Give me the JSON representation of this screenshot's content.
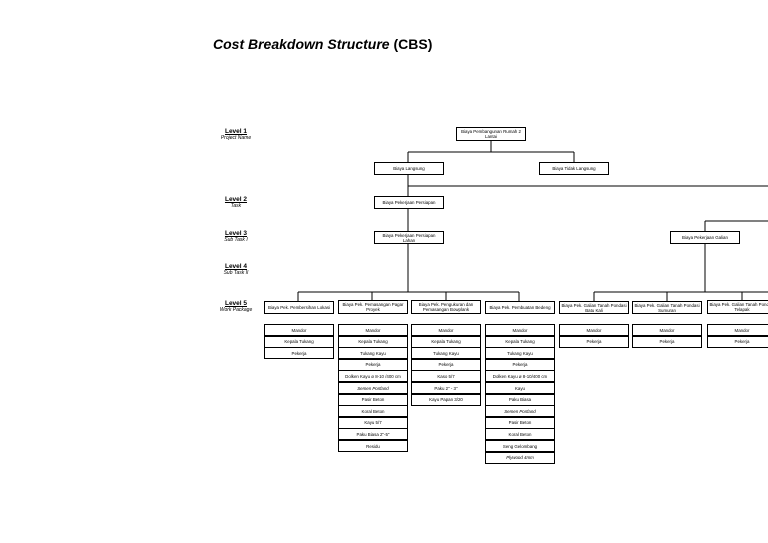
{
  "title": {
    "main": "Cost Breakdown Structure",
    "suffix": "(CBS)"
  },
  "levels": [
    {
      "name": "Level 1",
      "sub": "Project Name"
    },
    {
      "name": "Level 2",
      "sub": "Task"
    },
    {
      "name": "Level 3",
      "sub": "Sub Task I"
    },
    {
      "name": "Level 4",
      "sub": "Sub Task II"
    },
    {
      "name": "Level 5",
      "sub": "Work Package"
    }
  ],
  "nodes": {
    "root": "Biaya Pembangunan Rumah 2 Lantai",
    "langsung": "Biaya Langsung",
    "tidak_langsung": "Biaya Tidak Langsung",
    "persiapan": "Biaya Pekerjaan Persiapan",
    "persiapan_lahan": "Biaya Pekerjaan Persiapan Lahan",
    "galian": "Biaya Pekerjaan Galian",
    "wp": [
      "Biaya Pek. Pembersihan Lokasi",
      "Biaya Pek. Pemasangan Pagar Proyek",
      "Biaya Pek. Pengukuran dan Pemasangan Bowplank",
      "Biaya Pek. Pembuatan Bedeng",
      "Biaya Pek. Galian Tanah Pondasi Batu Kali",
      "Biaya Pek. Galian Tanah Pondasi Sumuran",
      "Biaya Pek. Galian Tanah Pondasi Telapak"
    ]
  },
  "columns": [
    [
      "Mandor",
      "Kepala Tukang",
      "Pekerja"
    ],
    [
      "Mandor",
      "Kepala Tukang",
      "Tukang Kayu",
      "Pekerja",
      "Dolken Kayu ø 8-10 /400 cm",
      "Semen Portland",
      "Pasir Beton",
      "Koral Beton",
      "Kayu 5/7",
      "Paku Biasa 2\"-5\"",
      "Residu"
    ],
    [
      "Mandor",
      "Kepala Tukang",
      "Tukang Kayu",
      "Pekerja",
      "Kaso 5/7",
      "Paku 2\" - 3\"",
      "Kayu Papan 3/20"
    ],
    [
      "Mandor",
      "Kepala Tukang",
      "Tukang Kayu",
      "Pekerja",
      "Dolken Kayu ø 8-10/400 cm",
      "Kayu",
      "Paku Biasa",
      "Semen Portland",
      "Pasir Beton",
      "Koral Beton",
      "Seng Gelombang",
      "Plywood 4mm"
    ],
    [
      "Mandor",
      "Pekerja"
    ],
    [
      "Mandor",
      "Pekerja"
    ],
    [
      "Mandor",
      "Pekerja"
    ]
  ]
}
